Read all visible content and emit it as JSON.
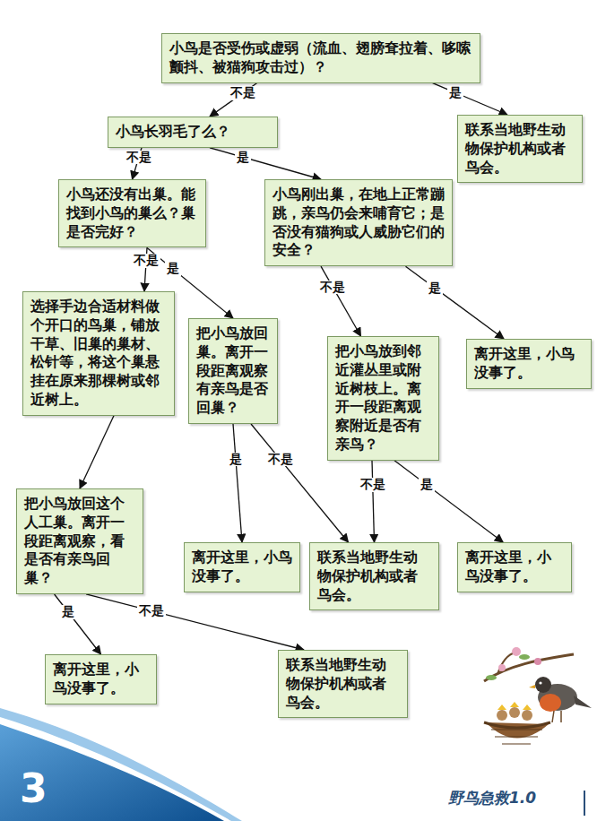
{
  "diagram": {
    "nodes": [
      {
        "text": [
          "小鸟是否受伤或虚弱（流血、翅膀耷拉着、哆嗦颤抖、被猫狗攻击过）？"
        ]
      },
      {
        "text": [
          "小鸟长羽毛了么？"
        ]
      },
      {
        "text": [
          "联系当地野生动物保护机构或者鸟会。"
        ]
      },
      {
        "text": [
          "小鸟还没有出巢。能找到小鸟的巢么？巢是否完好？"
        ]
      },
      {
        "text": [
          "小鸟刚出巢，在地上正常蹦跳，亲鸟仍会来哺育它；是否没有猫狗或人威胁它们的安全？"
        ]
      },
      {
        "text": [
          "选择手边合适材料做个开口的鸟巢，铺放干草、旧巢的巢材、松针等，将这个巢悬挂在原来那棵树或邻近树上。"
        ]
      },
      {
        "text": [
          "把小鸟放回巢。离开一段距离观察有亲鸟是否回巢？"
        ]
      },
      {
        "text": [
          "把小鸟放到邻近灌丛里或附近树枝上。离开一段距离观察附近是否有亲鸟？"
        ]
      },
      {
        "text": [
          "离开这里，小鸟没事了。"
        ]
      },
      {
        "text": [
          "把小鸟放回这个人工巢。离开一段距离观察，看是否有亲鸟回巢？"
        ]
      },
      {
        "text": [
          "离开这里，小鸟没事了。"
        ]
      },
      {
        "text": [
          "联系当地野生动物保护机构或者鸟会。"
        ]
      },
      {
        "text": [
          "离开这里，小鸟没事了。"
        ]
      },
      {
        "text": [
          "离开这里，小鸟没事了。"
        ]
      },
      {
        "text": [
          "联系当地野生动物保护机构或者鸟会。"
        ]
      }
    ],
    "edges": [
      {
        "from": 0,
        "to": 1,
        "label": "不是",
        "arrow": "to"
      },
      {
        "from": 0,
        "to": 2,
        "label": "是",
        "arrow": "to"
      },
      {
        "from": 1,
        "to": 3,
        "label": "不是",
        "arrow": "to"
      },
      {
        "from": 1,
        "to": 4,
        "label": "是",
        "arrow": "to"
      },
      {
        "from": 3,
        "to": 5,
        "label": "不是",
        "arrow": "to"
      },
      {
        "from": 3,
        "to": 6,
        "label": "是",
        "arrow": "to"
      },
      {
        "from": 4,
        "to": 7,
        "label": "不是",
        "arrow": "to"
      },
      {
        "from": 4,
        "to": 8,
        "label": "是",
        "arrow": "to"
      },
      {
        "from": 5,
        "to": 9,
        "arrow": "to"
      },
      {
        "from": 6,
        "to": 10,
        "label": "是",
        "arrow": "to"
      },
      {
        "from": 6,
        "to": 11,
        "label": "不是",
        "arrow": "to"
      },
      {
        "from": 7,
        "to": 11,
        "label": "不是",
        "arrow": "to"
      },
      {
        "from": 7,
        "to": 12,
        "label": "是",
        "arrow": "to"
      },
      {
        "from": 9,
        "to": 13,
        "label": "是",
        "arrow": "to"
      },
      {
        "from": 9,
        "to": 14,
        "label": "不是",
        "arrow": "to"
      }
    ],
    "labels": [
      "3",
      "野鸟急救1.0"
    ]
  }
}
